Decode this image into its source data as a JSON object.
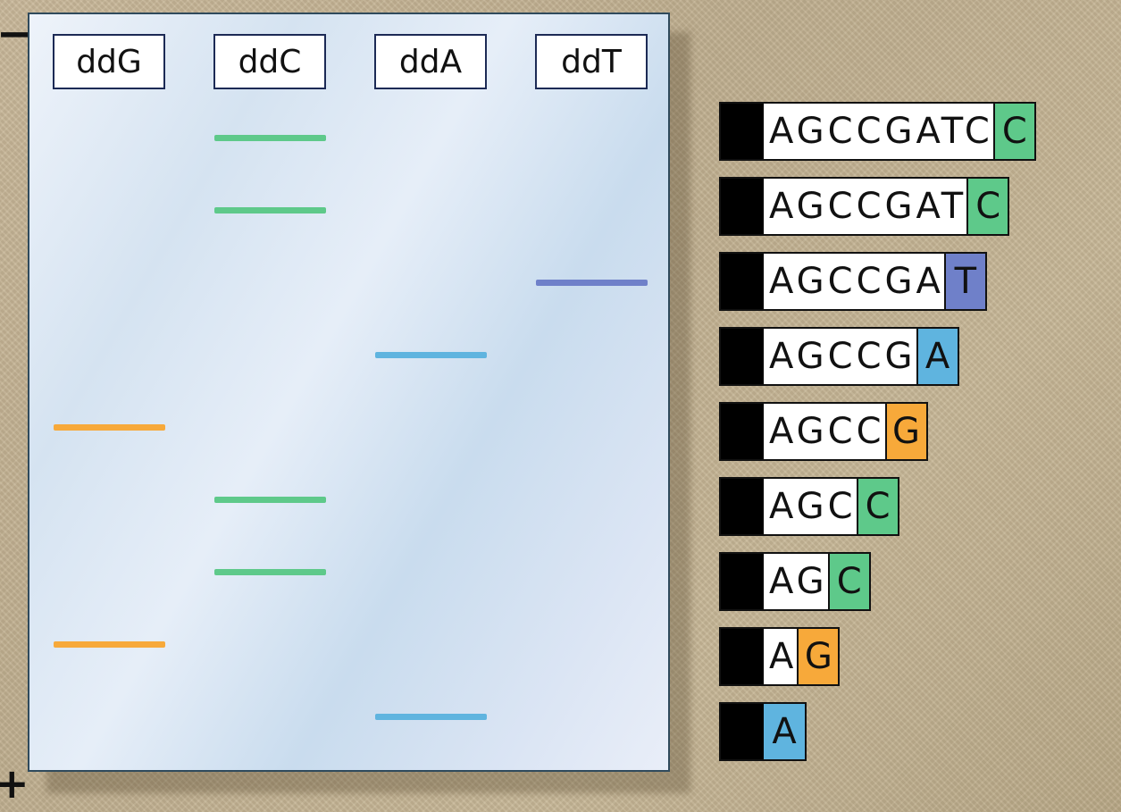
{
  "poles": {
    "negative": "−",
    "positive": "+"
  },
  "colors": {
    "G": "#f7a93a",
    "C": "#5ec98a",
    "A": "#5fb4df",
    "T": "#6f80c9"
  },
  "lanes": [
    {
      "label": "ddG",
      "base": "G"
    },
    {
      "label": "ddC",
      "base": "C"
    },
    {
      "label": "ddA",
      "base": "A"
    },
    {
      "label": "ddT",
      "base": "T"
    }
  ],
  "fragments": [
    {
      "body": "AGCCGATC",
      "terminal": "C"
    },
    {
      "body": "AGCCGAT",
      "terminal": "C"
    },
    {
      "body": "AGCCGA",
      "terminal": "T"
    },
    {
      "body": "AGCCG",
      "terminal": "A"
    },
    {
      "body": "AGCC",
      "terminal": "G"
    },
    {
      "body": "AGC",
      "terminal": "C"
    },
    {
      "body": "AG",
      "terminal": "C"
    },
    {
      "body": "A",
      "terminal": "G"
    },
    {
      "body": "",
      "terminal": "A"
    }
  ]
}
